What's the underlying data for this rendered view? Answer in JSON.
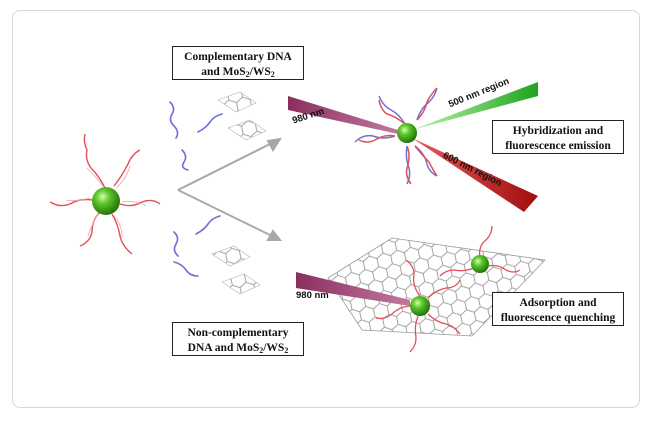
{
  "boxes": {
    "complementary": {
      "line1": "Complementary DNA",
      "line2_prefix": "and MoS",
      "line2_sub1": "2",
      "line2_mid": "/WS",
      "line2_sub2": "2"
    },
    "non_complementary": {
      "line1": "Non-complementary",
      "line2_prefix": "DNA and MoS",
      "line2_sub1": "2",
      "line2_mid": "/WS",
      "line2_sub2": "2"
    },
    "hybridization": {
      "line1": "Hybridization and",
      "line2": "fluorescence emission"
    },
    "adsorption": {
      "line1": "Adsorption and",
      "line2": "fluorescence quenching"
    }
  },
  "beams": {
    "excitation_top": "980 nm",
    "excitation_bottom": "980 nm",
    "emission_green": "500 nm region",
    "emission_red": "600 nm region"
  },
  "colors": {
    "nanoparticle": "#3fae1c",
    "dna_red": "#e0505a",
    "dna_blue": "#6f6fd6",
    "beam_980": "#9a3a6a",
    "beam_green": "#2fb52f",
    "beam_red": "#c01a1a",
    "arrow": "#a8a8a8"
  }
}
